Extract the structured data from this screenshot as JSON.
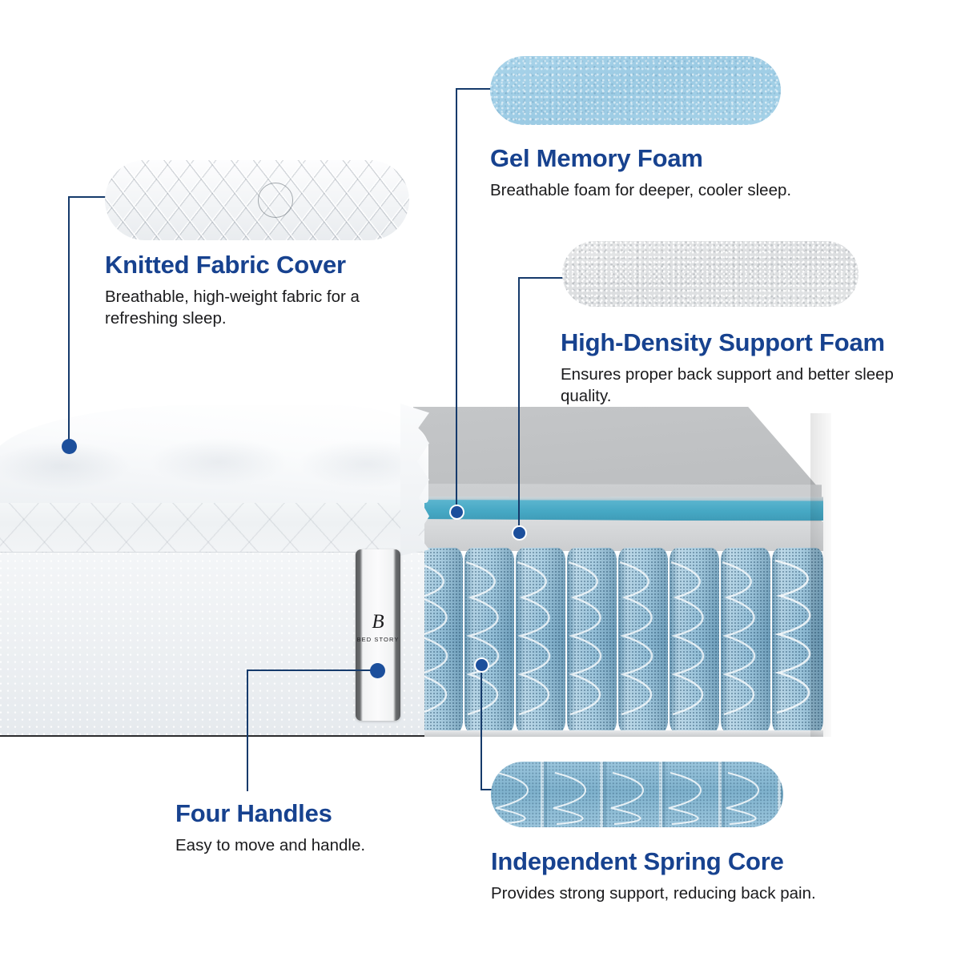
{
  "graphic": {
    "product": "mattress cross-section cutaway",
    "brand_label": {
      "monogram": "B",
      "name": "BED STORY"
    },
    "colors": {
      "heading": "#17428f",
      "body_text": "#1b1b1d",
      "leader_line": "#153a6b",
      "dot": "#1c4f9c",
      "gel_layer": "#46a8c4",
      "support_foam": "#d2d4d6",
      "top_foam": "#c2c4c6",
      "spring": "#85b6d2",
      "background": "#ffffff"
    },
    "layers": [
      {
        "name": "knitted-fabric-cover",
        "color": "#f2f4f6"
      },
      {
        "name": "top-comfort-foam",
        "color": "#c2c4c6"
      },
      {
        "name": "gel-memory-foam",
        "color": "#46a8c4"
      },
      {
        "name": "high-density-support-foam",
        "color": "#d2d4d6"
      },
      {
        "name": "independent-spring-core",
        "color": "#85b6d2"
      }
    ],
    "spring_count_visible": 8
  },
  "callouts": [
    {
      "id": "knitted-fabric-cover",
      "title": "Knitted Fabric Cover",
      "desc": "Breathable, high-weight fabric for a refreshing sleep.",
      "swatch": "knitted-fabric-swatch"
    },
    {
      "id": "gel-memory-foam",
      "title": "Gel Memory Foam",
      "desc": "Breathable foam for deeper, cooler sleep.",
      "swatch": "gel-foam-swatch"
    },
    {
      "id": "high-density-support-foam",
      "title": "High-Density Support Foam",
      "desc": "Ensures proper back support and better sleep quality.",
      "swatch": "support-foam-swatch"
    },
    {
      "id": "four-handles",
      "title": "Four Handles",
      "desc": "Easy to move and handle.",
      "swatch": null
    },
    {
      "id": "independent-spring-core",
      "title": "Independent Spring Core",
      "desc": "Provides strong support, reducing back pain.",
      "swatch": "spring-core-swatch"
    }
  ]
}
